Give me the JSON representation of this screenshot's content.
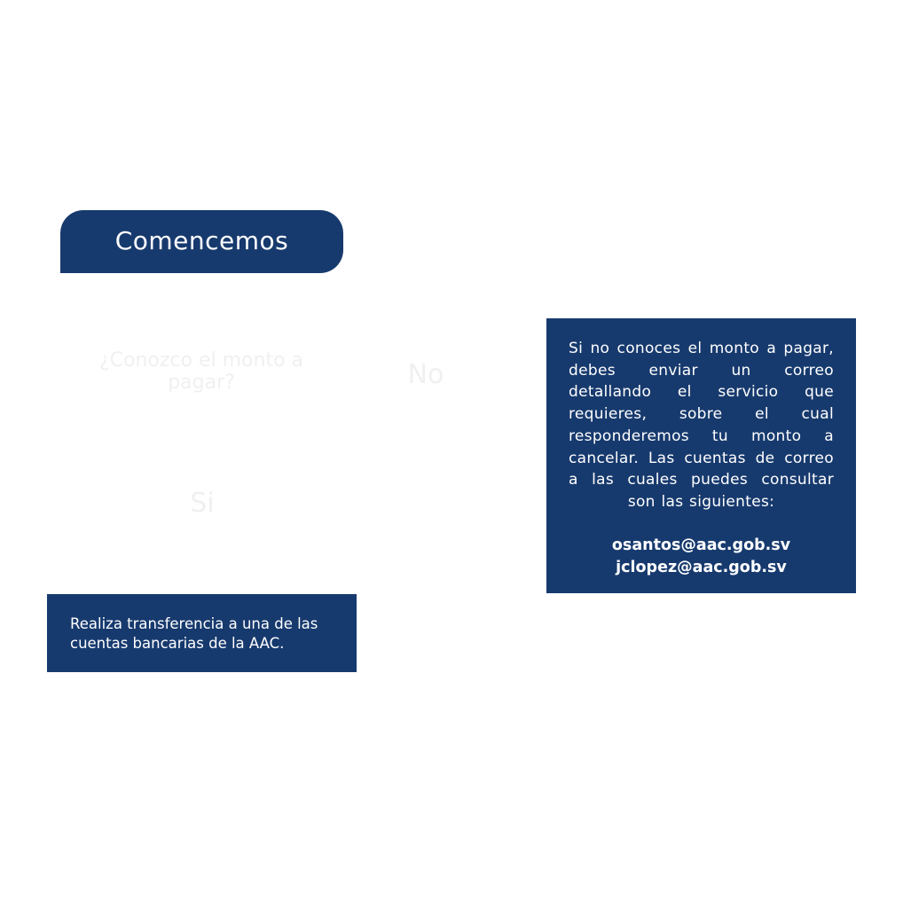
{
  "header": {
    "title": "Comencemos"
  },
  "flow": {
    "question": "¿Conozco el monto a pagar?",
    "answer_no": "No",
    "answer_si": "Si"
  },
  "si_box": {
    "text": "Realiza transferencia a una de las cuentas bancarias de la AAC."
  },
  "no_box": {
    "text": "Si no conoces el monto a pagar, debes enviar un correo detallando el servicio que requieres, sobre el cual responderemos tu monto a cancelar. Las cuentas de correo a las cuales puedes consultar son las siguientes:",
    "emails": [
      "osantos@aac.gob.sv",
      "jclopez@aac.gob.sv"
    ]
  },
  "colors": {
    "brand": "#173a6e",
    "faint_text": "#f0f0f0",
    "background": "#ffffff"
  }
}
